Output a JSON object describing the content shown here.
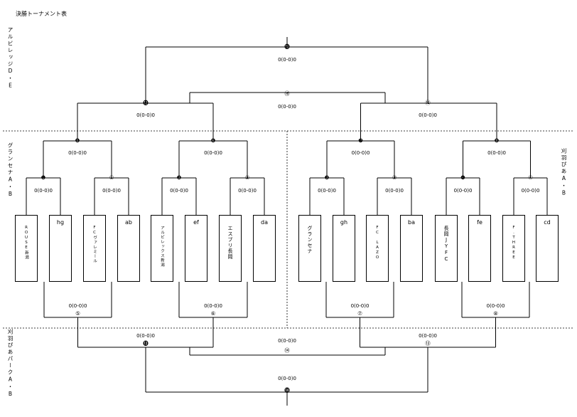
{
  "title": "決勝トーナメント表",
  "side_labels": {
    "top_left": "アルビレッジD・E",
    "left": "グランセナA・B",
    "right": "刈羽ぴあA・B",
    "bottom_left": "刈羽ぴあパークA・B"
  },
  "teams": [
    {
      "name": "ROUSE新潟"
    },
    {
      "name": "hg"
    },
    {
      "name": "FCヴァレミール"
    },
    {
      "name": "ab"
    },
    {
      "name": "アルビレックス新潟"
    },
    {
      "name": "ef"
    },
    {
      "name": "エスプリ長岡"
    },
    {
      "name": "da"
    },
    {
      "name": "グランセナ"
    },
    {
      "name": "gh"
    },
    {
      "name": "FC LAZO"
    },
    {
      "name": "ba"
    },
    {
      "name": "長岡JYFC"
    },
    {
      "name": "fe"
    },
    {
      "name": "F.THREE"
    },
    {
      "name": "cd"
    }
  ],
  "matches": {
    "r1_top": [
      {
        "no": "❶",
        "score": "0(0-0)0"
      },
      {
        "no": "①",
        "score": "0(0-0)0"
      },
      {
        "no": "❷",
        "score": "0(0-0)0"
      },
      {
        "no": "②",
        "score": "0(0-0)0"
      },
      {
        "no": "❸",
        "score": "0(0-0)0"
      },
      {
        "no": "③",
        "score": "0(0-0)0"
      },
      {
        "no": "❹",
        "score": "0(0-0)0"
      },
      {
        "no": "④",
        "score": "0(0-0)0"
      }
    ],
    "r2_top": [
      {
        "no": "❺",
        "score": "0(0-0)0"
      },
      {
        "no": "❻",
        "score": "0(0-0)0"
      },
      {
        "no": "❼",
        "score": "0(0-0)0"
      },
      {
        "no": "❽",
        "score": "0(0-0)0"
      }
    ],
    "r3_top": [
      {
        "no": "⓬",
        "score": "0(0-0)0"
      },
      {
        "no": "⑫",
        "score": "0(0-0)0"
      }
    ],
    "third_top": {
      "no": "⑯",
      "score": "0(0-0)0"
    },
    "final_top": {
      "no": "⓰",
      "score": "0(0-0)0"
    },
    "r2_bottom": [
      {
        "no": "⑤",
        "score": "0(0-0)0"
      },
      {
        "no": "⑥",
        "score": "0(0-0)0"
      },
      {
        "no": "⑦",
        "score": "0(0-0)0"
      },
      {
        "no": "⑧",
        "score": "0(0-0)0"
      }
    ],
    "r3_bottom": [
      {
        "no": "⓭",
        "score": "0(0-0)0"
      },
      {
        "no": "⑬",
        "score": "0(0-0)0"
      }
    ],
    "mid_bottom": {
      "no": "⑭",
      "score": "0(0-0)0"
    },
    "final_bottom": {
      "no": "⓮",
      "score": "0(0-0)0"
    }
  }
}
